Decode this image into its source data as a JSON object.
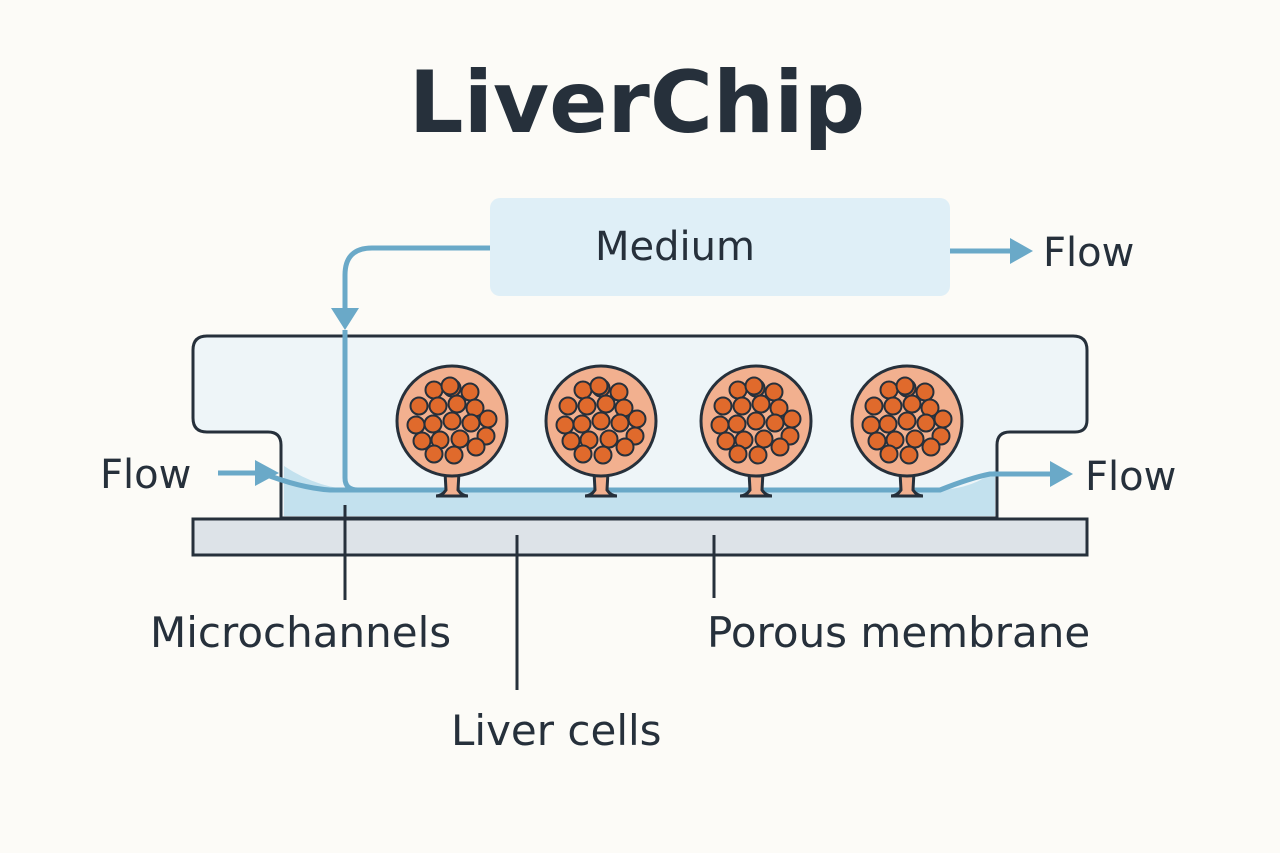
{
  "title": "LiverChip",
  "labels": {
    "medium": "Medium",
    "flow_top_right": "Flow",
    "flow_left": "Flow",
    "flow_right": "Flow",
    "microchannels": "Microchannels",
    "porous_membrane": "Porous membrane",
    "liver_cells": "Liver cells"
  },
  "colors": {
    "background": "#fcfbf7",
    "text": "#26303b",
    "flow": "#6aa9c8",
    "medium_box": "#dfeff7",
    "chip_fill": "#eef5f8",
    "channel_fill": "#c3e1ee",
    "membrane": "#dde3e8",
    "cell_outer": "#f2b08f",
    "cell_inner": "#e06a2c",
    "outline": "#26303b"
  },
  "cell_cluster_count": 4
}
